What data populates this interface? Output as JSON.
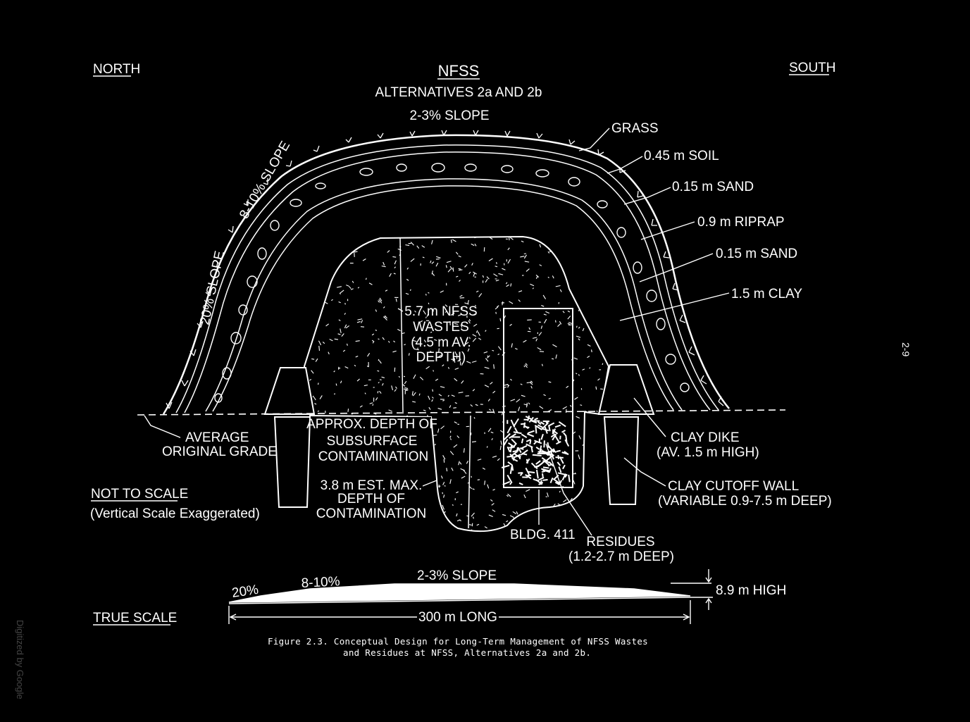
{
  "labels": {
    "north": "NORTH",
    "south": "SOUTH",
    "title": "NFSS",
    "subtitle": "ALTERNATIVES 2a AND 2b",
    "top_slope": "2-3% SLOPE",
    "slope_8_10": "8-10% SLOPE",
    "slope_20": "20% SLOPE",
    "grass": "GRASS",
    "soil": "0.45 m SOIL",
    "sand_upper": "0.15 m SAND",
    "riprap": "0.9 m RIPRAP",
    "sand_lower": "0.15 m SAND",
    "clay": "1.5 m CLAY",
    "wastes": [
      "5.7 m NFSS",
      "WASTES",
      "(4.5 m AV.",
      "DEPTH)"
    ],
    "grade": [
      "AVERAGE",
      "ORIGINAL GRADE"
    ],
    "subsurface": [
      "APPROX. DEPTH OF",
      "SUBSURFACE",
      "CONTAMINATION"
    ],
    "est_depth": [
      "3.8 m EST. MAX.",
      "DEPTH OF",
      "CONTAMINATION"
    ],
    "clay_dike": [
      "CLAY DIKE",
      "(AV. 1.5 m HIGH)"
    ],
    "cutoff_wall": [
      "CLAY CUTOFF WALL",
      "(VARIABLE 0.9-7.5 m DEEP)"
    ],
    "bldg": "BLDG. 411",
    "residues": [
      "RESIDUES",
      "(1.2-2.7 m DEEP)"
    ],
    "not_to_scale": "NOT TO SCALE",
    "vertical_exag": "(Vertical Scale Exaggerated)",
    "true_scale": "TRUE SCALE",
    "ts_20": "20%",
    "ts_8_10": "8-10%",
    "ts_2_3": "2-3% SLOPE",
    "ts_high": "8.9 m HIGH",
    "ts_long": "300 m LONG",
    "page_number": "2-9",
    "caption": [
      "Figure 2.3.  Conceptual Design for Long-Term Management of NFSS Wastes",
      "and Residues at NFSS, Alternatives 2a and 2b."
    ],
    "watermark": "Digitized by Google"
  },
  "colors": {
    "background": "#000000",
    "ink": "#ffffff",
    "watermark": "#444444"
  }
}
